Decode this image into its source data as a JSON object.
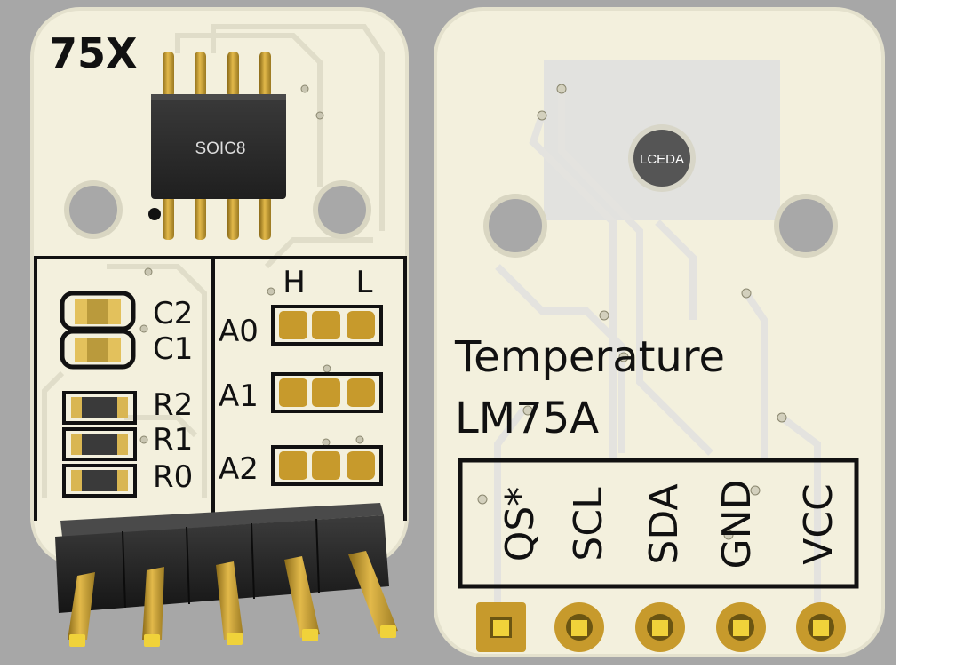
{
  "front": {
    "title": "75X",
    "chip_label": "SOIC8",
    "cap_labels": [
      "C2",
      "C1"
    ],
    "res_labels": [
      "R2",
      "R1",
      "R0"
    ],
    "jumper_header_h": "H",
    "jumper_header_l": "L",
    "jumper_labels": [
      "A0",
      "A1",
      "A2"
    ]
  },
  "back": {
    "logo": "LCEDA",
    "line1": "Temperature",
    "line2": "LM75A",
    "pins": [
      "QS*",
      "SCL",
      "SDA",
      "GND",
      "VCC"
    ]
  },
  "colors": {
    "board": "#f3f0dd",
    "background": "#a7a7a7",
    "gold": "#c79a2c",
    "silkscreen": "#111111",
    "chip": "#2b2b2b"
  }
}
